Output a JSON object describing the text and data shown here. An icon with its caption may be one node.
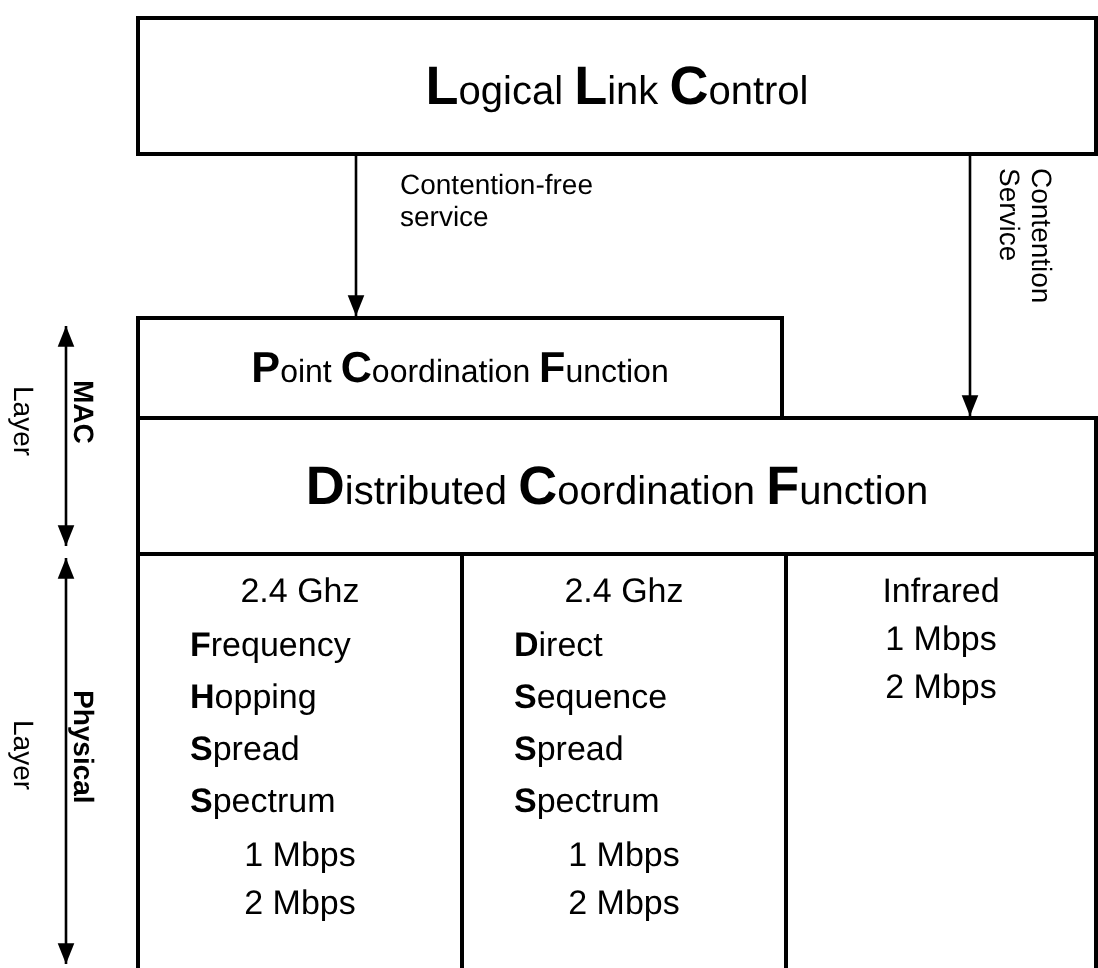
{
  "diagram": {
    "nodes": [
      {
        "text": [
          "**L**ogical **L**ink **C**ontrol"
        ]
      },
      {
        "text": [
          "**P**oint **C**oordination **F**unction"
        ]
      },
      {
        "text": [
          "**D**istributed **C**oordination **F**unction"
        ]
      },
      {
        "text": [
          "2.4 Ghz",
          "**F**requency **H**opping **S**pread **S**pectrum",
          "1 Mbps",
          "2 Mbps"
        ]
      },
      {
        "text": [
          "2.4 Ghz",
          "**D**irect **S**equence **S**pread **S**pectrum",
          "1 Mbps",
          "2 Mbps"
        ]
      },
      {
        "text": [
          "Infrared",
          "1 Mbps",
          "2 Mbps"
        ]
      }
    ],
    "edges": [
      {
        "from": 0,
        "to": 1,
        "arrow": "to",
        "label": "Contention-free service"
      },
      {
        "from": 0,
        "to": 2,
        "arrow": "to",
        "label": "Contention Service"
      }
    ],
    "labels": [
      "MAC",
      "Layer",
      "Physical",
      "Layer"
    ]
  }
}
